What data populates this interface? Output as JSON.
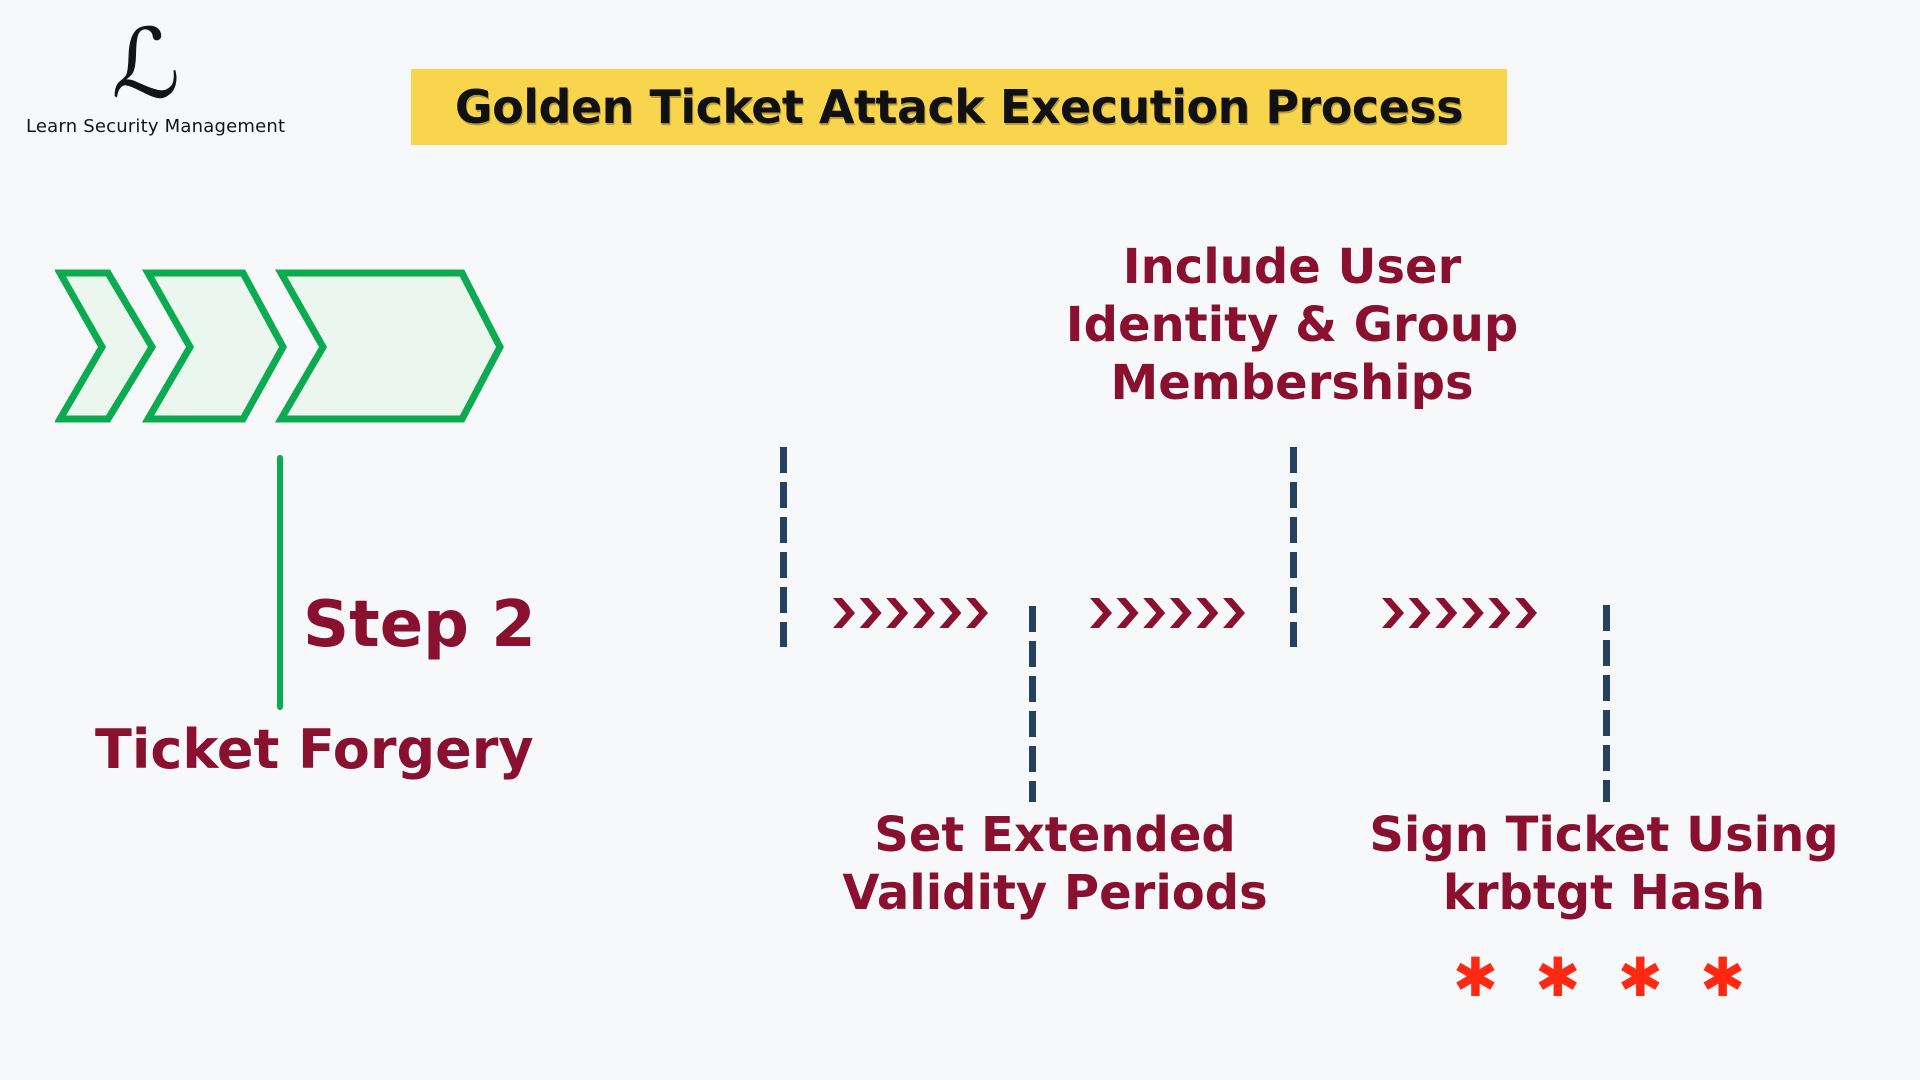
{
  "page": {
    "background": "#F7F8FA"
  },
  "logo": {
    "mark": "ℒ",
    "name": "Learn Security Management"
  },
  "header": {
    "title": "Golden Ticket Attack Execution Process"
  },
  "step": {
    "label": "Step 2",
    "name": "Ticket Forgery"
  },
  "flow": {
    "substeps": [
      {
        "id": 1,
        "label": "Include User\nIdentity & Group\nMemberships",
        "label_position": "above"
      },
      {
        "id": 2,
        "label": "Set Extended\nValidity Periods",
        "label_position": "below"
      },
      {
        "id": 3,
        "label": "Sign Ticket Using\nkrbtgt Hash",
        "label_position": "below"
      }
    ],
    "password_mask": "✱ ✱ ✱ ✱"
  },
  "colors": {
    "background": "#F7F8FA",
    "title_bg": "#F8D54D",
    "title_text": "#111111",
    "maroon": "#8A1030",
    "green": "#0CAB51",
    "green_fill": "#EAF6EE",
    "navy": "#25415F",
    "asterisk_red": "#FF2812"
  }
}
